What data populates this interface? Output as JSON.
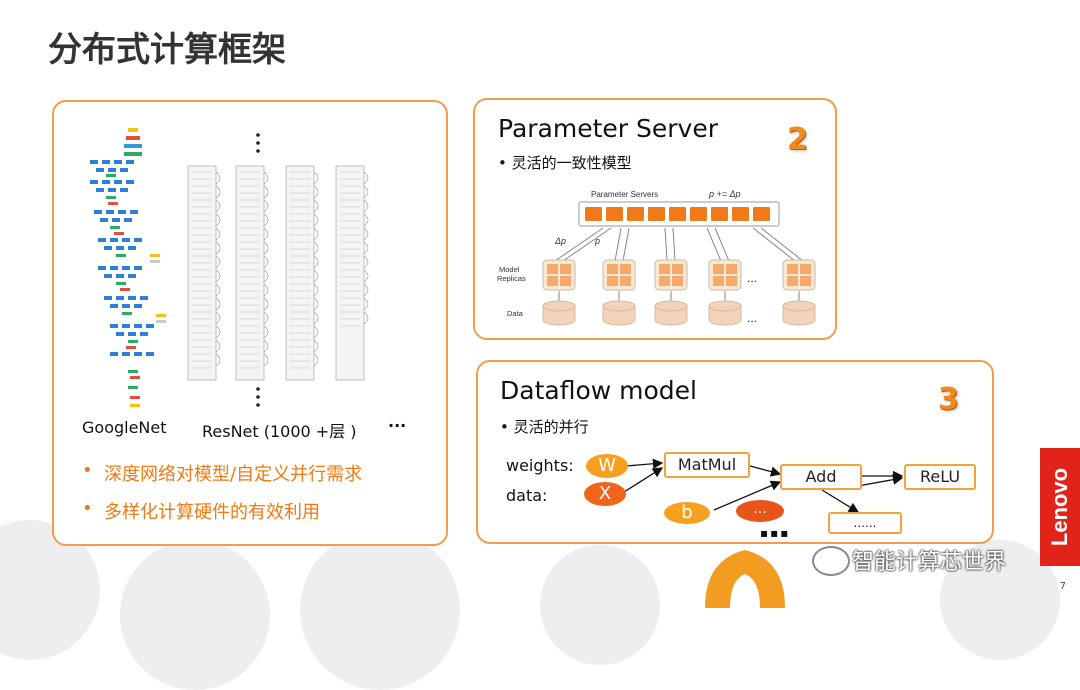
{
  "slide": {
    "title": "分布式计算框架",
    "page_number": "7",
    "brand": "Lenovo",
    "watermark": "智能计算芯世界"
  },
  "panel_networks": {
    "caption_googlenet": "GoogleNet",
    "caption_resnet": "ResNet (1000 +层 )",
    "caption_more": "···",
    "bullets": [
      "深度网络对模型/自定义并行需求",
      "多样化计算硬件的有效利用"
    ]
  },
  "panel_ps": {
    "title": "Parameter Server",
    "number": "2",
    "bullet": "• 灵活的一致性模型",
    "diagram": {
      "servers_label": "Parameter Servers",
      "update_rule": "p += Δp",
      "delta_label": "Δp",
      "p_label": "p",
      "replicas_label_1": "Model",
      "replicas_label_2": "Replicas",
      "data_label": "Data",
      "ellipsis": "..."
    }
  },
  "panel_dataflow": {
    "title": "Dataflow model",
    "number": "3",
    "bullet": "• 灵活的并行",
    "graph": {
      "weights_label": "weights:",
      "data_label": "data:",
      "w": "W",
      "x": "X",
      "b": "b",
      "dots_node": "...",
      "matmul": "MatMul",
      "add": "Add",
      "relu": "ReLU",
      "extra_node": "......",
      "more": "▪▪▪"
    }
  },
  "colors": {
    "accent": "#f08a1c",
    "border": "#f39c4a",
    "lenovo_red": "#e2231a"
  }
}
